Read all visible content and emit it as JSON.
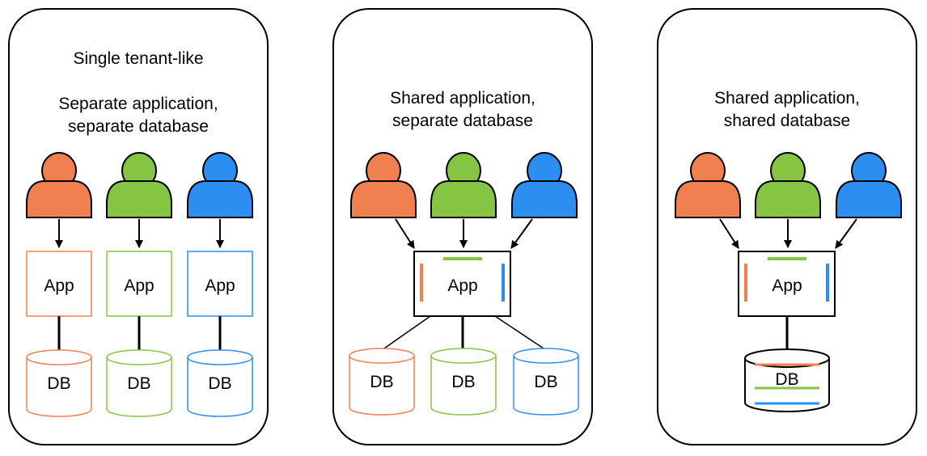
{
  "colors": {
    "orange": "#f08050",
    "green": "#86c543",
    "blue": "#2d8ef2",
    "stroke": "#000000"
  },
  "panels": [
    {
      "title_lines": [
        "Single tenant-like",
        "Separate application,",
        "separate database"
      ],
      "app_label": "App",
      "db_label": "DB",
      "mode": "separate-app-separate-db",
      "tenants": [
        {
          "user_icon": "person-icon",
          "color": "orange"
        },
        {
          "user_icon": "person-icon",
          "color": "green"
        },
        {
          "user_icon": "person-icon",
          "color": "blue"
        }
      ]
    },
    {
      "title_lines": [
        "Shared application,",
        "separate database"
      ],
      "app_label": "App",
      "db_label": "DB",
      "mode": "shared-app-separate-db",
      "tenants": [
        {
          "user_icon": "person-icon",
          "color": "orange"
        },
        {
          "user_icon": "person-icon",
          "color": "green"
        },
        {
          "user_icon": "person-icon",
          "color": "blue"
        }
      ]
    },
    {
      "title_lines": [
        "Shared application,",
        "shared database"
      ],
      "app_label": "App",
      "db_label": "DB",
      "mode": "shared-app-shared-db",
      "tenants": [
        {
          "user_icon": "person-icon",
          "color": "orange"
        },
        {
          "user_icon": "person-icon",
          "color": "green"
        },
        {
          "user_icon": "person-icon",
          "color": "blue"
        }
      ]
    }
  ]
}
